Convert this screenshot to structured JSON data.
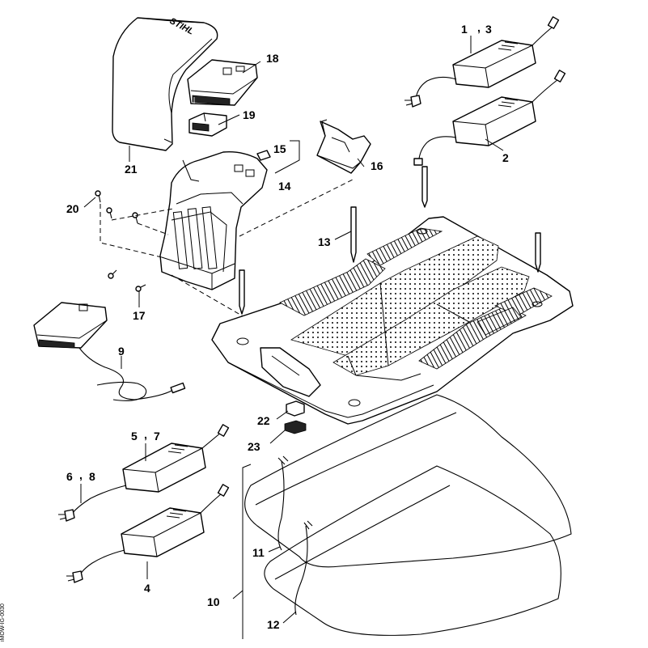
{
  "diagram": {
    "brand_mark": "STIHL",
    "figure_id": "iMOW-IG-0030",
    "callouts": {
      "c1": "1",
      "c3": "3",
      "c2": "2",
      "c4": "4",
      "c5": "5",
      "c7": "7",
      "c6": "6",
      "c8": "8",
      "c9": "9",
      "c10": "10",
      "c11": "11",
      "c12": "12",
      "c13": "13",
      "c14": "14",
      "c15": "15",
      "c16": "16",
      "c17": "17",
      "c18": "18",
      "c19": "19",
      "c20": "20",
      "c21": "21",
      "c22": "22",
      "c23": "23"
    }
  }
}
